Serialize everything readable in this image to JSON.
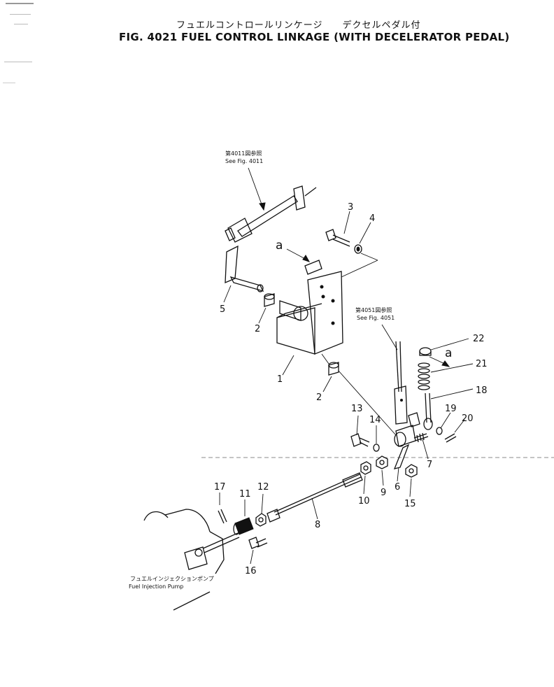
{
  "figure": {
    "title_jp": "フュエルコントロールリンケージ　　デクセルペダル付",
    "title_en": "FIG. 4021  FUEL CONTROL LINKAGE (WITH DECELERATOR PEDAL)"
  },
  "references": {
    "ref_4011_jp": "第4011図参照",
    "ref_4011_en": "See Fig. 4011",
    "ref_4051_jp": "第4051図参照",
    "ref_4051_en": "See Fig. 4051",
    "pump_jp": "フュエルインジェクションポンプ",
    "pump_en": "Fuel Injection Pump"
  },
  "markers": {
    "a_top": "a",
    "a_right": "a"
  },
  "callouts": {
    "p1": "1",
    "p2a": "2",
    "p2b": "2",
    "p3": "3",
    "p4": "4",
    "p5": "5",
    "p6": "6",
    "p7": "7",
    "p8": "8",
    "p9": "9",
    "p10": "10",
    "p11": "11",
    "p12": "12",
    "p13": "13",
    "p14": "14",
    "p15": "15",
    "p16": "16",
    "p17": "17",
    "p18": "18",
    "p19": "19",
    "p20": "20",
    "p21": "21",
    "p22": "22"
  }
}
